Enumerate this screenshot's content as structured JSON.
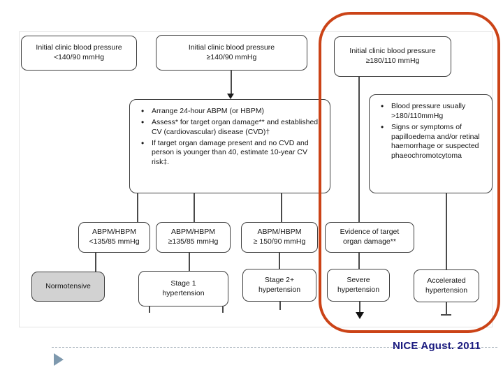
{
  "flowchart": {
    "initial_low": {
      "line1": "Initial clinic blood pressure",
      "line2": "<140/90 mmHg"
    },
    "initial_mid": {
      "line1": "Initial clinic blood pressure",
      "line2": "≥140/90 mmHg"
    },
    "initial_high": {
      "line1": "Initial clinic blood pressure",
      "line2": "≥180/110 mmHg"
    },
    "assessment": {
      "bullets": [
        "Arrange 24-hour ABPM (or HBPM)",
        "Assess* for target organ damage** and established CV (cardiovascular) disease (CVD)†",
        "If target organ damage present and no CVD and person is younger than 40, estimate 10-year CV risk‡."
      ]
    },
    "emergency": {
      "bullets": [
        "Blood pressure usually >180/110mmHg",
        "Signs or symptoms of papilloedema and/or retinal haemorrhage or suspected phaeochromotcytoma"
      ]
    },
    "abpm_low": {
      "line1": "ABPM/HBPM",
      "line2": "<135/85 mmHg"
    },
    "abpm_mid": {
      "line1": "ABPM/HBPM",
      "line2": "≥135/85 mmHg"
    },
    "abpm_high": {
      "line1": "ABPM/HBPM",
      "line2": "≥ 150/90 mmHg"
    },
    "target_organ": {
      "line1": "Evidence of target",
      "line2": "organ damage**"
    },
    "normotensive": {
      "label": "Normotensive"
    },
    "stage1": {
      "line1": "Stage 1",
      "line2": "hypertension"
    },
    "stage2": {
      "line1": "Stage 2+",
      "line2": "hypertension"
    },
    "severe": {
      "line1": "Severe",
      "line2": "hypertension"
    },
    "accelerated": {
      "line1": "Accelerated",
      "line2": "hypertension"
    }
  },
  "footer": {
    "citation": "NICE Agust. 2011"
  },
  "colors": {
    "highlight_outline": "#cb4317",
    "citation_text": "#1c1c80",
    "normotensive_fill": "#d2d2d2",
    "box_border": "#3f3f3f"
  }
}
